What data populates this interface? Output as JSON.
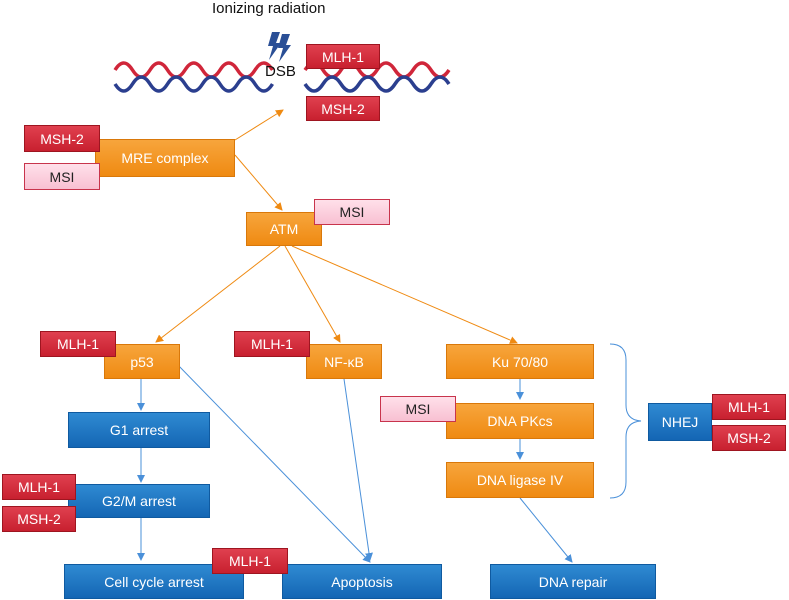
{
  "title": "Ionizing radiation",
  "dsb_label": "DSB",
  "colors": {
    "orange": "#ef8a12",
    "blue": "#1466b4",
    "red": "#c8202f",
    "pink": "#f8c0d2",
    "dna_red": "#d0263a",
    "dna_blue": "#2b3f8f",
    "bolt": "#2a4f96"
  },
  "icons": {
    "radiation": "lightning-bolt-icon",
    "dna": "dna-helix-icon"
  },
  "nodes": {
    "mre": "MRE complex",
    "atm": "ATM",
    "p53": "p53",
    "nfkb": "NF-κB",
    "ku": "Ku 70/80",
    "dnapk": "DNA PKcs",
    "ligase": "DNA ligase IV",
    "g1": "G1 arrest",
    "g2m": "G2/M arrest",
    "cellcycle": "Cell cycle arrest",
    "apoptosis": "Apoptosis",
    "repair": "DNA repair",
    "nhej": "NHEJ"
  },
  "markers": {
    "dsb_mlh1": "MLH-1",
    "dsb_msh2": "MSH-2",
    "mre_msh2": "MSH-2",
    "mre_msi": "MSI",
    "atm_msi": "MSI",
    "p53_mlh1": "MLH-1",
    "nfkb_mlh1": "MLH-1",
    "dnapk_msi": "MSI",
    "g2m_mlh1": "MLH-1",
    "g2m_msh2": "MSH-2",
    "arrest_mlh1": "MLH-1",
    "nhej_mlh1": "MLH-1",
    "nhej_msh2": "MSH-2"
  }
}
